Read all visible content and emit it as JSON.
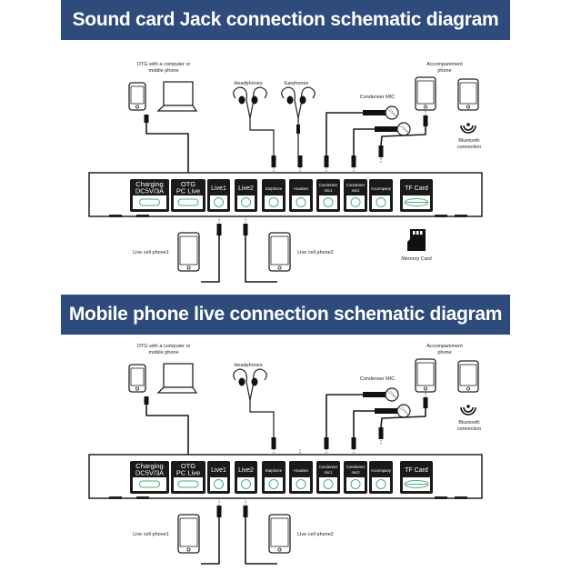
{
  "panels": [
    {
      "title": "Sound card Jack connection schematic diagram",
      "labels": {
        "otg": "OTG with a computer or mobile phone",
        "otg_line1": "OTG with a computer or",
        "otg_line2": "mobile phone",
        "headphones": "Headphones",
        "earphones": "Earphones",
        "condenser_mic": "Condenser MIC",
        "accompaniment_line1": "Accompaniment",
        "accompaniment_line2": "phone",
        "bluetooth_line1": "Bluetooth",
        "bluetooth_line2": "connection",
        "live_phone1": "Live cell phone1",
        "live_phone2": "Live cell phone2",
        "memory_card": "Memory Card"
      },
      "show_earphones": true,
      "show_memory_card": true
    },
    {
      "title": "Mobile phone live connection schematic diagram",
      "labels": {
        "otg_line1": "OTG with a computer or",
        "otg_line2": "mobile phone",
        "headphones": "Headphones",
        "condenser_mic": "Condenser MIC",
        "accompaniment_line1": "Accompaniment",
        "accompaniment_line2": "phone",
        "bluetooth_line1": "Bluetooth",
        "bluetooth_line2": "connection",
        "live_phone1": "Live cell phone1",
        "live_phone2": "Live cell phone2"
      },
      "show_earphones": false,
      "show_memory_card": false
    }
  ],
  "ports": [
    {
      "line1": "Charging",
      "line2": "DC5V/3A",
      "socket": "usb-c"
    },
    {
      "line1": "OTG",
      "line2": "PC Live",
      "socket": "usb-c"
    },
    {
      "line1": "Live1",
      "line2": "",
      "socket": "jack"
    },
    {
      "line1": "Live2",
      "line2": "",
      "socket": "jack"
    },
    {
      "line1": "Earphone",
      "line2": "",
      "socket": "jack"
    },
    {
      "line1": "Headset",
      "line2": "",
      "socket": "jack"
    },
    {
      "line1": "Condenser",
      "line2": "mic1",
      "socket": "jack"
    },
    {
      "line1": "Condenser",
      "line2": "mic2",
      "socket": "jack"
    },
    {
      "line1": "Accompany",
      "line2": "",
      "socket": "jack"
    },
    {
      "line1": "TF Card",
      "line2": "",
      "socket": "tf-slot"
    }
  ],
  "colors": {
    "title_band": "#2e4b7c",
    "line": "#1a1a1a",
    "port_bg": "#1a1a1a",
    "socket": "#4caf7a"
  }
}
